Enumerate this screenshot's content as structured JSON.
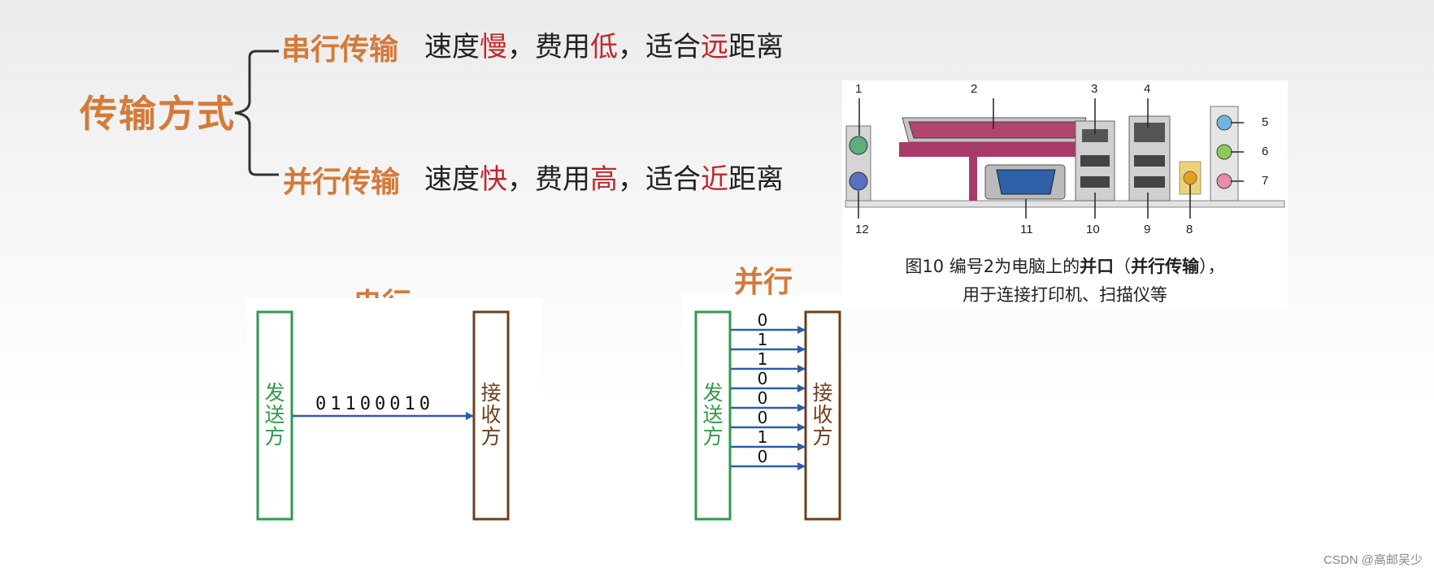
{
  "top": {
    "title": "传输方式",
    "serial": {
      "label": "串行传输",
      "desc": [
        "速度",
        "慢",
        "，费用",
        "低",
        "，适合",
        "远",
        "距离"
      ]
    },
    "parallel": {
      "label": "并行传输",
      "desc": [
        "速度",
        "快",
        "，费用",
        "高",
        "，适合",
        "近",
        "距离"
      ]
    }
  },
  "serial_diagram": {
    "title": "串行",
    "sender": [
      "发",
      "送",
      "方"
    ],
    "receiver": [
      "接",
      "收",
      "方"
    ],
    "bits": "01100010"
  },
  "parallel_diagram": {
    "title": "并行",
    "sender": [
      "发",
      "送",
      "方"
    ],
    "receiver": [
      "接",
      "收",
      "方"
    ],
    "bits": [
      "0",
      "1",
      "1",
      "0",
      "0",
      "0",
      "1",
      "0"
    ]
  },
  "photo": {
    "numbers": [
      "1",
      "2",
      "3",
      "4",
      "5",
      "6",
      "7",
      "8",
      "9",
      "10",
      "11",
      "12"
    ],
    "caption_line1_a": "图10  编号2为电脑上的",
    "caption_line1_b": "并口",
    "caption_line1_c": "（",
    "caption_line1_d": "并行传输",
    "caption_line1_e": "），",
    "caption_line2": "用于连接打印机、扫描仪等"
  },
  "watermark": "CSDN @高邮吴少",
  "colors": {
    "accent": "#d47a3a",
    "highlight": "#c0282d",
    "sender": "#2f9a4c",
    "receiver": "#6d3f1b",
    "arrow": "#2a5fa8"
  }
}
